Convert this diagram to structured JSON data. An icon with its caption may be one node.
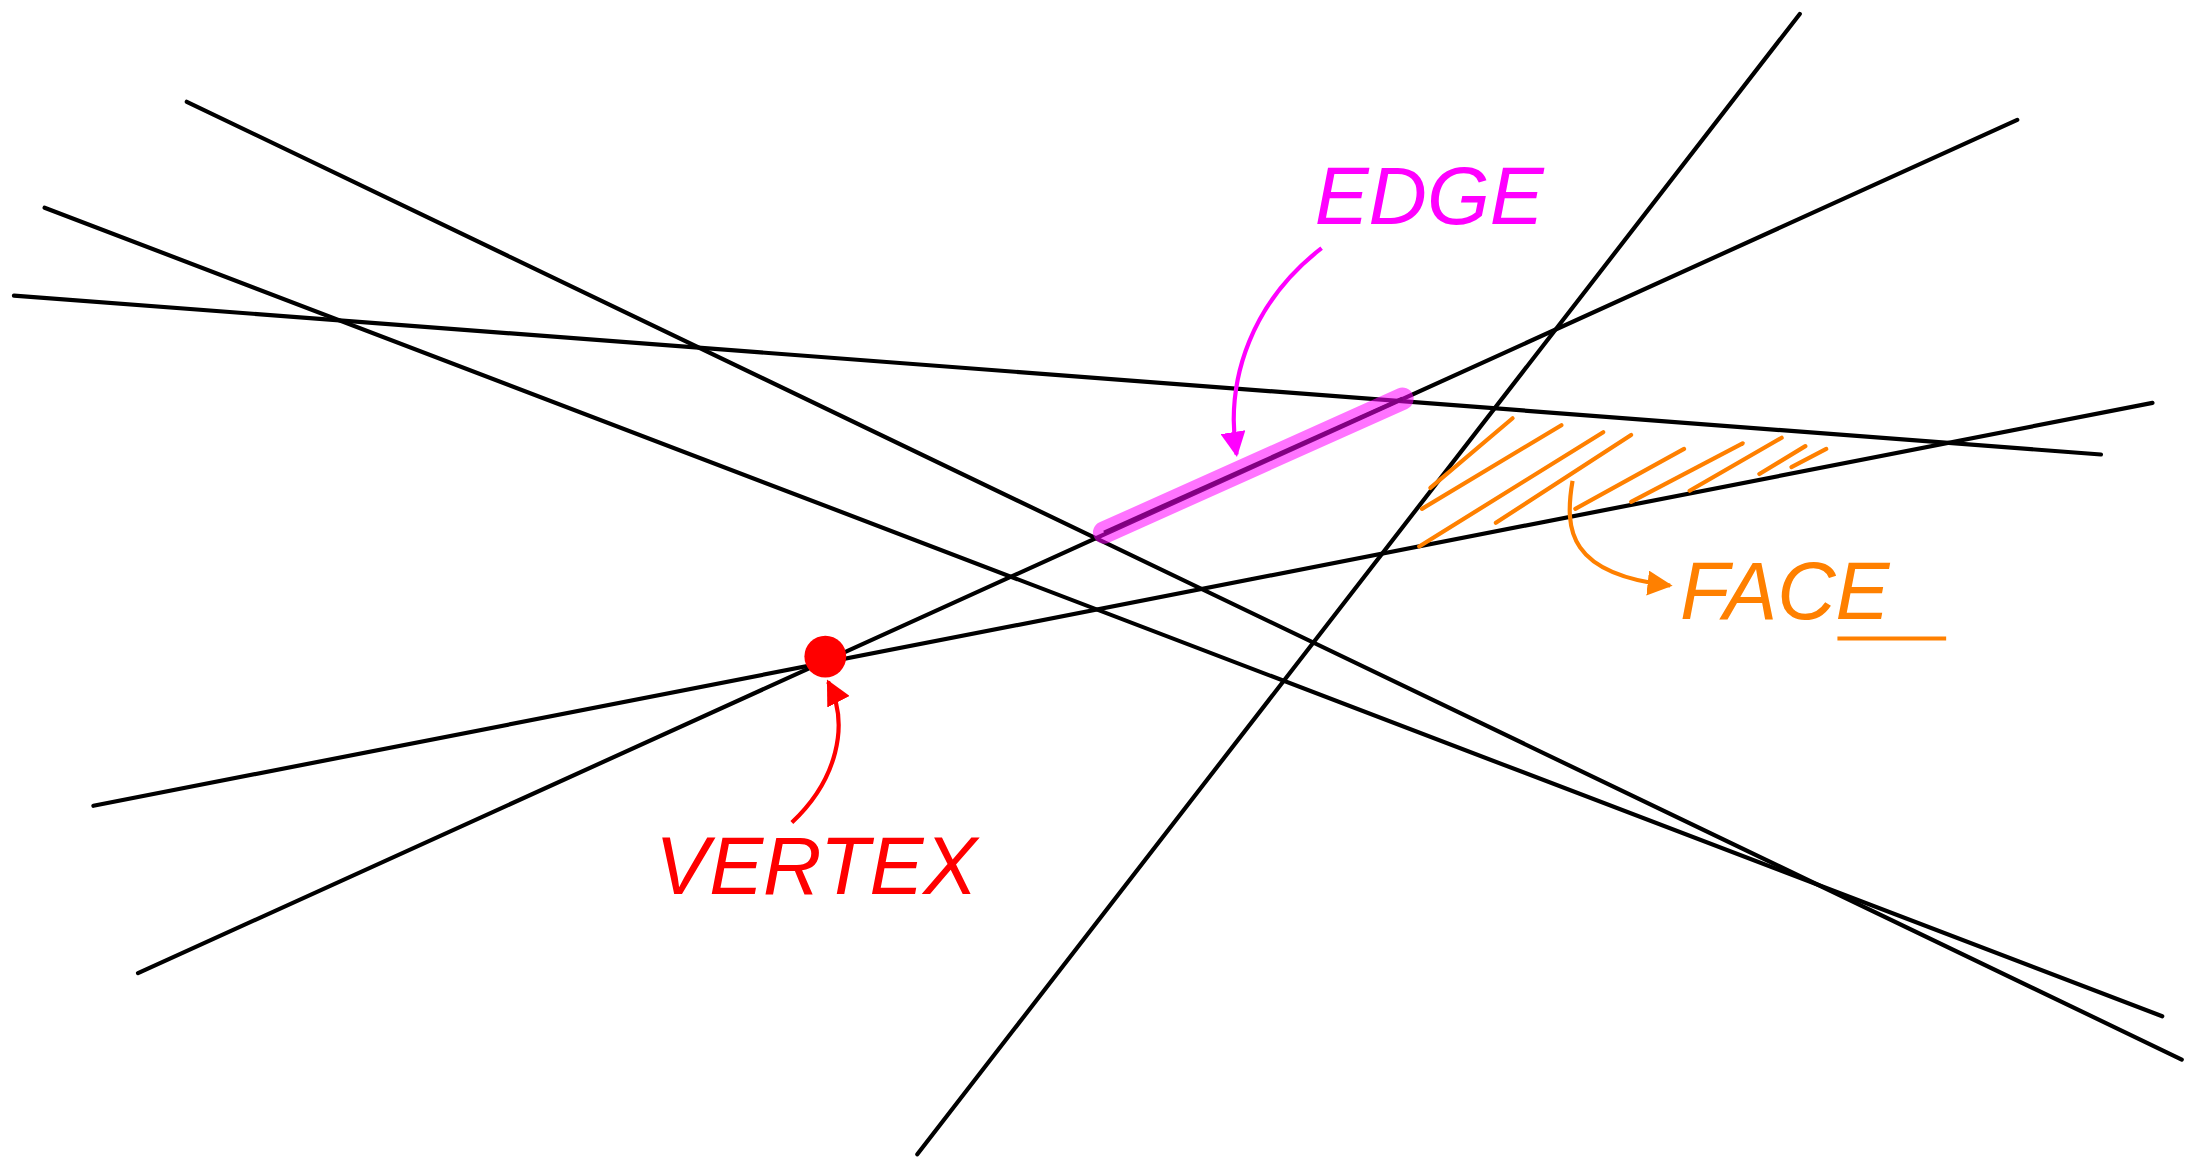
{
  "diagram": {
    "nodes": [
      {
        "text": [
          "EDGE"
        ]
      },
      {
        "text": [],
        "shape": "bar"
      },
      {
        "text": [],
        "shape": "box"
      },
      {
        "text": [
          "FACE"
        ]
      },
      {
        "text": [],
        "shape": "circle"
      },
      {
        "text": [
          "VERTEX"
        ]
      }
    ],
    "edges": [
      {
        "from": 0,
        "to": 1,
        "arrow": "to",
        "color": "#ff00ff"
      },
      {
        "from": 2,
        "to": 3,
        "arrow": "to",
        "color": "#ff8000"
      },
      {
        "from": 5,
        "to": 4,
        "arrow": "to",
        "color": "#ff0000"
      }
    ]
  }
}
